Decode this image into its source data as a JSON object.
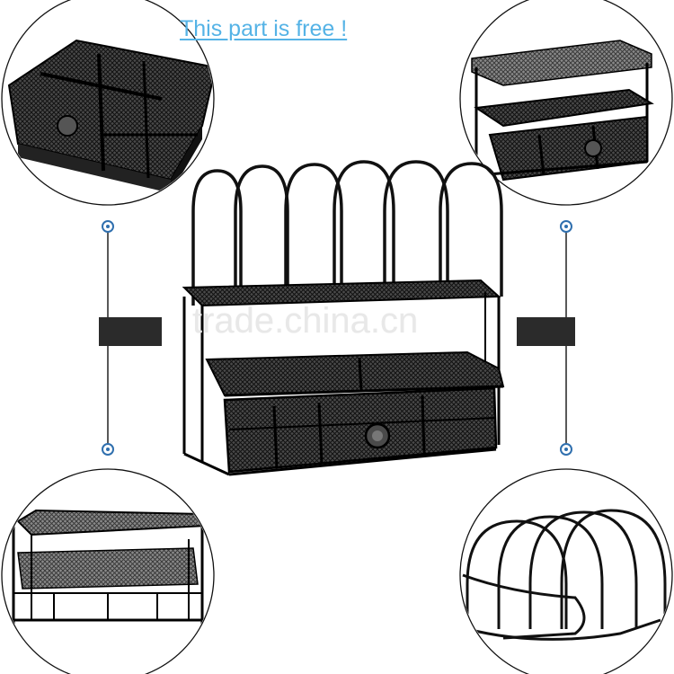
{
  "headline": {
    "text": "  This part is free !",
    "color": "#55b3e6"
  },
  "watermark": {
    "text": "trade.china.cn"
  },
  "colors": {
    "wire": "#1a1a1a",
    "mesh": "#2a2a2a",
    "connector": "#2f6fae",
    "circle_border": "#1a1a1a"
  },
  "callouts": [
    {
      "name": "callout-top-left",
      "part": "drawer-organizer-tray"
    },
    {
      "name": "callout-top-right",
      "part": "stacked-drawer-units"
    },
    {
      "name": "callout-bottom-left",
      "part": "letter-tray-shelf"
    },
    {
      "name": "callout-bottom-right",
      "part": "file-sorter-wire-loops"
    }
  ]
}
